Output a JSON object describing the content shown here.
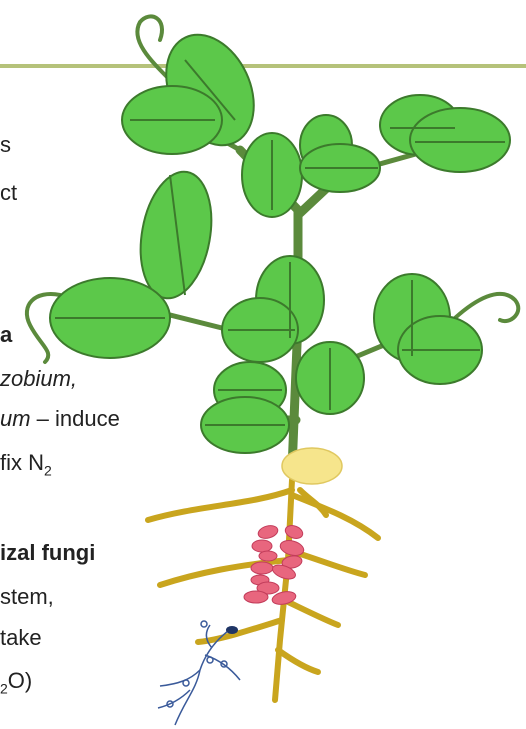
{
  "slide": {
    "accent_color": "#b5c27a",
    "text_fragments": [
      {
        "id": "frag-s",
        "text": "s"
      },
      {
        "id": "frag-ct",
        "text": "ct"
      },
      {
        "id": "frag-a",
        "text": "a"
      },
      {
        "id": "frag-zobium",
        "text": "zobium,"
      },
      {
        "id": "frag-um",
        "text": "um"
      },
      {
        "id": "frag-induce",
        "text": " – induce"
      },
      {
        "id": "frag-fix",
        "text": "fix N"
      },
      {
        "id": "frag-fix-sub",
        "text": "2"
      },
      {
        "id": "frag-fungi",
        "text": "izal fungi"
      },
      {
        "id": "frag-stem",
        "text": "stem,"
      },
      {
        "id": "frag-take",
        "text": "take"
      },
      {
        "id": "frag-o-sub",
        "text": "2"
      },
      {
        "id": "frag-o",
        "text": "O)"
      }
    ]
  },
  "plant": {
    "leaf_color": "#5cc84a",
    "leaf_edge_color": "#3c7a2c",
    "stem_color": "#5b8a3c",
    "root_color": "#c9a51e",
    "seed_color": "#f6e58c",
    "nodule_color": "#e8667e",
    "hypha_color": "#3a5a9a",
    "nodule_count": 12
  }
}
